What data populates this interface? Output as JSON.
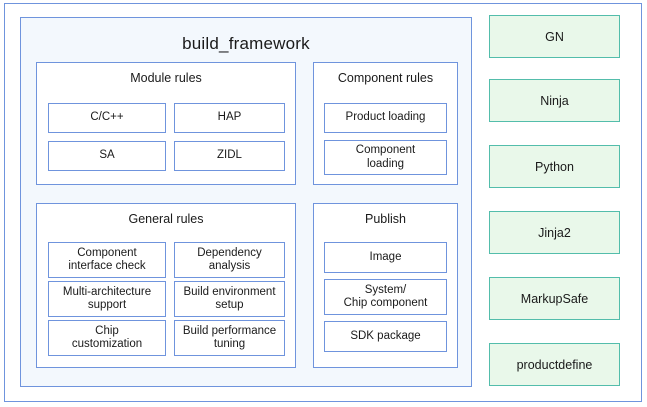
{
  "diagram": {
    "title": "build_framework",
    "colors": {
      "panel_border": "#6f94dd",
      "panel_fill": "#f3f8fd",
      "box_border": "#6f94dd",
      "box_fill": "#ffffff",
      "tool_border": "#53bdab",
      "tool_fill": "#e9f8ea",
      "text": "#1a1a1a"
    },
    "groups": [
      {
        "id": "module-rules",
        "title": "Module rules",
        "items": [
          "C/C++",
          "HAP",
          "SA",
          "ZIDL"
        ]
      },
      {
        "id": "component-rules",
        "title": "Component rules",
        "items": [
          "Product loading",
          "Component\nloading"
        ]
      },
      {
        "id": "general-rules",
        "title": "General rules",
        "items": [
          "Component\ninterface check",
          "Dependency\nanalysis",
          "Multi-architecture\nsupport",
          "Build environment\nsetup",
          "Chip\ncustomization",
          "Build performance\ntuning"
        ]
      },
      {
        "id": "publish",
        "title": "Publish",
        "items": [
          "Image",
          "System/\nChip component",
          "SDK package"
        ]
      }
    ],
    "tools": [
      "GN",
      "Ninja",
      "Python",
      "Jinja2",
      "MarkupSafe",
      "productdefine"
    ]
  }
}
